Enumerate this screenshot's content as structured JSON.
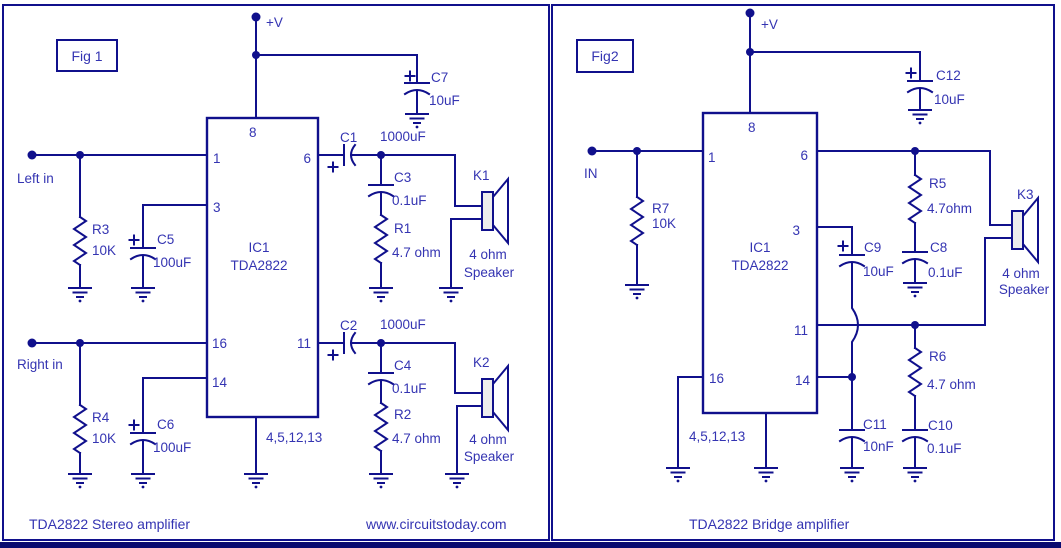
{
  "shared": {
    "polarity_mark": "+"
  },
  "colors": {
    "line": "#10108c",
    "text": "#3434b2",
    "background": "#ffffff"
  },
  "fig1": {
    "tag": "Fig 1",
    "supply_label": "+V",
    "left_input_label": "Left in",
    "right_input_label": "Right in",
    "ic": {
      "ref": "IC1",
      "part": "TDA2822",
      "pin8": "8",
      "pin1": "1",
      "pin3": "3",
      "pin16": "16",
      "pin14": "14",
      "pin6": "6",
      "pin11": "11",
      "ground_pins": "4,5,12,13"
    },
    "components": {
      "C7": {
        "label": "C7",
        "value": "10uF"
      },
      "C5": {
        "label": "C5",
        "value": "100uF"
      },
      "C6": {
        "label": "C6",
        "value": "100uF"
      },
      "C1": {
        "label": "C1",
        "value": "1000uF"
      },
      "C2": {
        "label": "C2",
        "value": "1000uF"
      },
      "C3": {
        "label": "C3",
        "value": "0.1uF"
      },
      "C4": {
        "label": "C4",
        "value": "0.1uF"
      },
      "R3": {
        "label": "R3",
        "value": "10K"
      },
      "R4": {
        "label": "R4",
        "value": "10K"
      },
      "R1": {
        "label": "R1",
        "value": "4.7 ohm"
      },
      "R2": {
        "label": "R2",
        "value": "4.7 ohm"
      },
      "K1": {
        "label": "K1",
        "value": "4 ohm",
        "type": "Speaker"
      },
      "K2": {
        "label": "K2",
        "value": "4 ohm",
        "type": "Speaker"
      }
    },
    "caption": "TDA2822 Stereo amplifier",
    "website": "www.circuitstoday.com"
  },
  "fig2": {
    "tag": "Fig2",
    "supply_label": "+V",
    "input_label": "IN",
    "ic": {
      "ref": "IC1",
      "part": "TDA2822",
      "pin8": "8",
      "pin1": "1",
      "pin16": "16",
      "pin6": "6",
      "pin3": "3",
      "pin11": "11",
      "pin14": "14",
      "ground_pins": "4,5,12,13"
    },
    "components": {
      "C12": {
        "label": "C12",
        "value": "10uF"
      },
      "C9": {
        "label": "C9",
        "value": "10uF"
      },
      "C8": {
        "label": "C8",
        "value": "0.1uF"
      },
      "C11": {
        "label": "C11",
        "value": "10nF"
      },
      "C10": {
        "label": "C10",
        "value": "0.1uF"
      },
      "R7": {
        "label": "R7",
        "value": "10K"
      },
      "R5": {
        "label": "R5",
        "value": "4.7ohm"
      },
      "R6": {
        "label": "R6",
        "value": "4.7 ohm"
      },
      "K3": {
        "label": "K3",
        "value": "4 ohm",
        "type": "Speaker"
      }
    },
    "caption": "TDA2822 Bridge amplifier"
  }
}
